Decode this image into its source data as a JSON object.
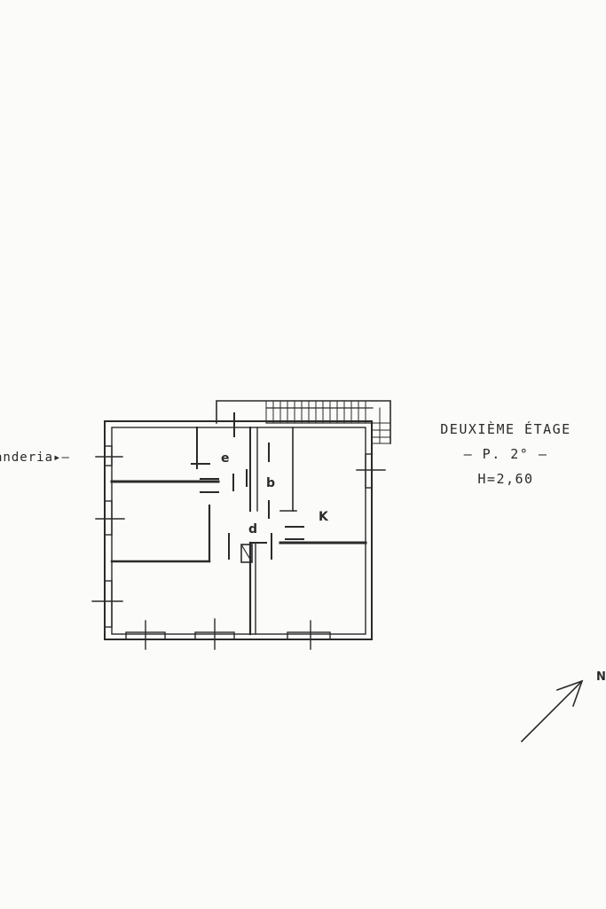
{
  "floor": {
    "title": "DEUXIÈME ÉTAGE",
    "level": "– P. 2° –",
    "height": "H=2,60"
  },
  "callout": {
    "text": "anderia▸"
  },
  "rooms": {
    "e": "e",
    "b": "b",
    "d": "d",
    "k": "K"
  },
  "north": {
    "letter": "N"
  },
  "colors": {
    "ink": "#2a2a2a",
    "paper": "#fbfbf9"
  }
}
